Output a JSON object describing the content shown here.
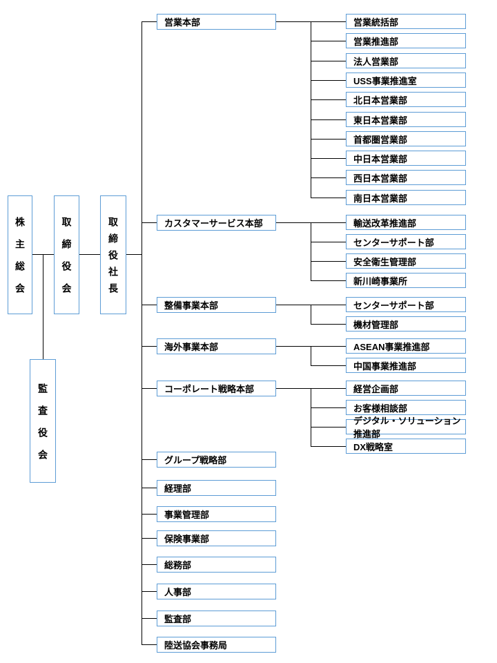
{
  "governance": {
    "shareholders_meeting": "株主総会",
    "board_of_directors": "取締役会",
    "president": "取締役社長",
    "audit_committee": "監査役会"
  },
  "headquarters": [
    {
      "label": "営業本部",
      "departments": [
        "営業統括部",
        "営業推進部",
        "法人営業部",
        "USS事業推進室",
        "北日本営業部",
        "東日本営業部",
        "首都圏営業部",
        "中日本営業部",
        "西日本営業部",
        "南日本営業部"
      ]
    },
    {
      "label": "カスタマーサービス本部",
      "departments": [
        "輸送改革推進部",
        "センターサポート部",
        "安全衛生管理部",
        "新川崎事業所"
      ]
    },
    {
      "label": "整備事業本部",
      "departments": [
        "センターサポート部",
        "機材管理部"
      ]
    },
    {
      "label": "海外事業本部",
      "departments": [
        "ASEAN事業推進部",
        "中国事業推進部"
      ]
    },
    {
      "label": "コーポレート戦略本部",
      "departments": [
        "経営企画部",
        "お客様相談部",
        "デジタル・ソリューション推進部",
        "DX戦略室"
      ]
    }
  ],
  "direct_departments": [
    "グループ戦略部",
    "経理部",
    "事業管理部",
    "保険事業部",
    "総務部",
    "人事部",
    "監査部",
    "陸送協会事務局"
  ],
  "colors": {
    "box_border": "#5B9BD5",
    "connector_line": "#000000",
    "background": "#FFFFFF",
    "text": "#000000"
  }
}
